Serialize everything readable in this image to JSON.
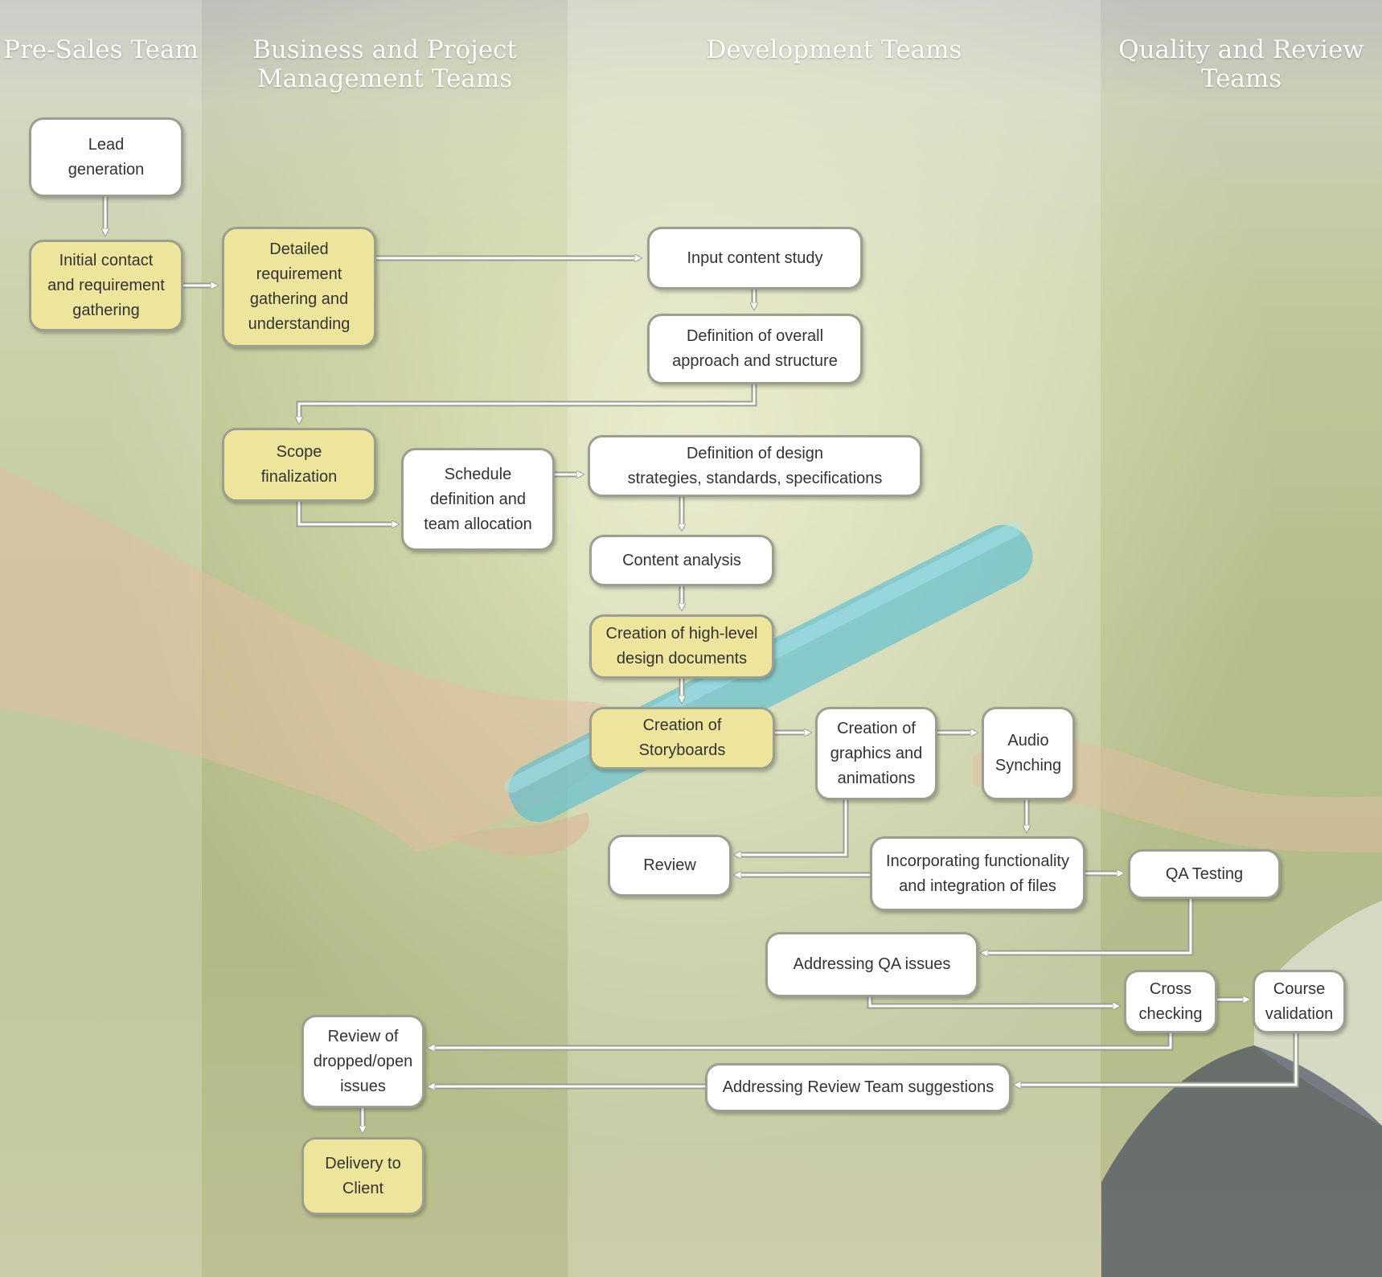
{
  "lanes": [
    {
      "id": "presales",
      "title": "Pre-Sales Team"
    },
    {
      "id": "business",
      "title": "Business and Project\nManagement Teams"
    },
    {
      "id": "development",
      "title": "Development Teams"
    },
    {
      "id": "quality",
      "title": "Quality and Review\nTeams"
    }
  ],
  "nodes": [
    {
      "id": "lead",
      "label": "Lead\ngeneration",
      "lane": "presales",
      "style": "white"
    },
    {
      "id": "initial",
      "label": "Initial contact\nand requirement\ngathering",
      "lane": "presales",
      "style": "yellow"
    },
    {
      "id": "detailed",
      "label": "Detailed\nrequirement\ngathering and\nunderstanding",
      "lane": "business",
      "style": "yellow"
    },
    {
      "id": "input",
      "label": "Input content study",
      "lane": "development",
      "style": "white"
    },
    {
      "id": "defapproach",
      "label": "Definition of overall\napproach and structure",
      "lane": "development",
      "style": "white"
    },
    {
      "id": "scope",
      "label": "Scope\nfinalization",
      "lane": "business",
      "style": "yellow"
    },
    {
      "id": "schedule",
      "label": "Schedule\ndefinition and\nteam  allocation",
      "lane": "business",
      "style": "white"
    },
    {
      "id": "defdesign",
      "label": "Definition of design\nstrategies, standards, specifications",
      "lane": "development",
      "style": "white"
    },
    {
      "id": "content",
      "label": "Content analysis",
      "lane": "development",
      "style": "white"
    },
    {
      "id": "hld",
      "label": "Creation of high-level\ndesign documents",
      "lane": "development",
      "style": "yellow"
    },
    {
      "id": "story",
      "label": "Creation of\nStoryboards",
      "lane": "development",
      "style": "yellow"
    },
    {
      "id": "graphics",
      "label": "Creation of\ngraphics and\nanimations",
      "lane": "development",
      "style": "white"
    },
    {
      "id": "audio",
      "label": "Audio\nSynching",
      "lane": "development",
      "style": "white"
    },
    {
      "id": "review",
      "label": "Review",
      "lane": "development",
      "style": "white"
    },
    {
      "id": "incorp",
      "label": "Incorporating functionality\nand integration of files",
      "lane": "development",
      "style": "white"
    },
    {
      "id": "qa",
      "label": "QA Testing",
      "lane": "quality",
      "style": "white"
    },
    {
      "id": "qaissues",
      "label": "Addressing QA issues",
      "lane": "development",
      "style": "white"
    },
    {
      "id": "cross",
      "label": "Cross\nchecking",
      "lane": "quality",
      "style": "white"
    },
    {
      "id": "course",
      "label": "Course\nvalidation",
      "lane": "quality",
      "style": "white"
    },
    {
      "id": "reviewopen",
      "label": "Review of\ndropped/open\nissues",
      "lane": "business",
      "style": "white"
    },
    {
      "id": "reviewteam",
      "label": "Addressing Review Team suggestions",
      "lane": "development",
      "style": "white"
    },
    {
      "id": "delivery",
      "label": "Delivery to\nClient",
      "lane": "business",
      "style": "yellow"
    }
  ],
  "edges": [
    {
      "from": "lead",
      "to": "initial"
    },
    {
      "from": "initial",
      "to": "detailed"
    },
    {
      "from": "detailed",
      "to": "input"
    },
    {
      "from": "input",
      "to": "defapproach"
    },
    {
      "from": "defapproach",
      "to": "scope"
    },
    {
      "from": "scope",
      "to": "schedule"
    },
    {
      "from": "schedule",
      "to": "defdesign"
    },
    {
      "from": "defdesign",
      "to": "content"
    },
    {
      "from": "content",
      "to": "hld"
    },
    {
      "from": "hld",
      "to": "story"
    },
    {
      "from": "story",
      "to": "graphics"
    },
    {
      "from": "graphics",
      "to": "audio"
    },
    {
      "from": "graphics",
      "to": "review"
    },
    {
      "from": "audio",
      "to": "incorp"
    },
    {
      "from": "incorp",
      "to": "review"
    },
    {
      "from": "incorp",
      "to": "qa"
    },
    {
      "from": "qa",
      "to": "qaissues"
    },
    {
      "from": "qaissues",
      "to": "cross"
    },
    {
      "from": "cross",
      "to": "course"
    },
    {
      "from": "cross",
      "to": "reviewopen"
    },
    {
      "from": "course",
      "to": "reviewteam"
    },
    {
      "from": "reviewteam",
      "to": "reviewopen"
    },
    {
      "from": "reviewopen",
      "to": "delivery"
    }
  ],
  "colors": {
    "yellow_box": "#ece59b",
    "white_box": "#ffffff",
    "box_border": "#9b9f8f",
    "arrow": "#ffffff",
    "arrow_outline": "#9b9f8f"
  }
}
